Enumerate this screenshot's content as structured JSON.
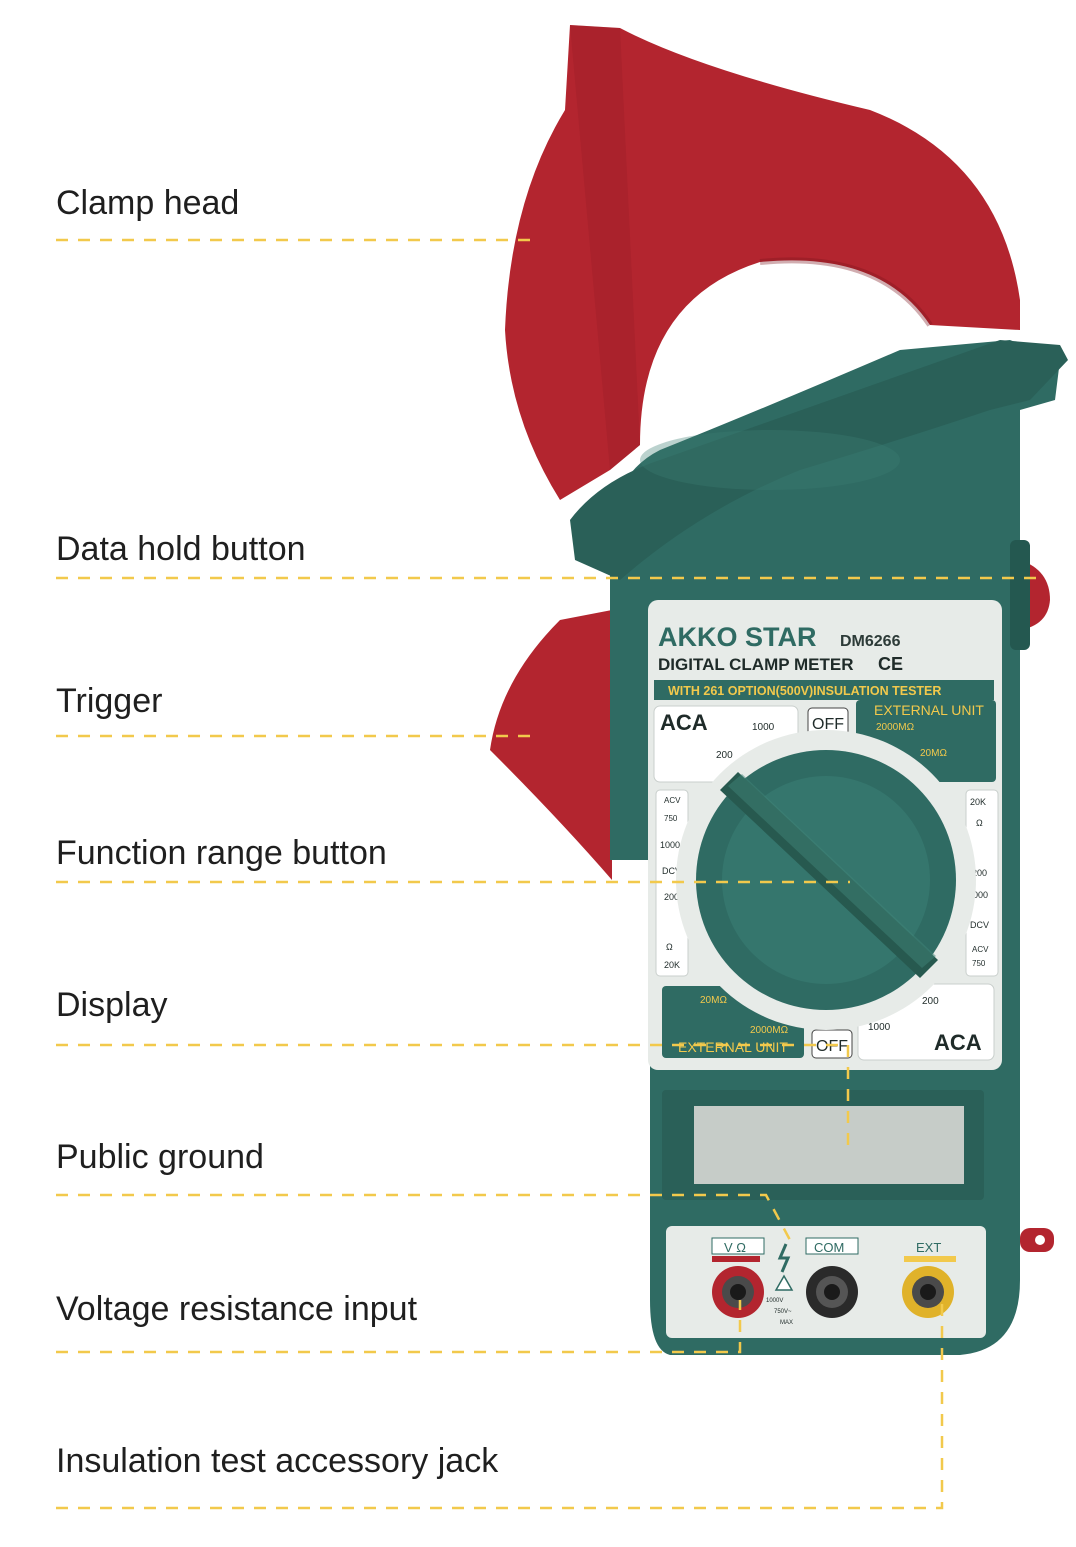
{
  "callouts": {
    "clamp_head": "Clamp head",
    "data_hold_button": "Data hold button",
    "trigger": "Trigger",
    "function_range_button": "Function range button",
    "display": "Display",
    "public_ground": "Public ground",
    "voltage_resistance_input": "Voltage resistance input",
    "insulation_jack": "Insulation test accessory jack"
  },
  "meter": {
    "brand": "AKKO STAR",
    "model": "DM6266",
    "product": "DIGITAL CLAMP METER",
    "ce": "CE",
    "subtitle_band": "WITH 261 OPTION(500V)INSULATION TESTER",
    "external_unit": "EXTERNAL UNIT",
    "r2000": "2000MΩ",
    "r20": "20MΩ",
    "aca": "ACA",
    "off": "OFF",
    "n1000": "1000",
    "n200": "200",
    "n20k": "20K",
    "ohm": "Ω",
    "dcv": "DCV",
    "acv": "ACV",
    "n750": "750",
    "jack_vo": "V Ω",
    "jack_com": "COM",
    "jack_ext": "EXT",
    "warn1": "1000V",
    "warn2": "750V~",
    "warn3": "MAX"
  },
  "colors": {
    "body": "#2f6b63",
    "clamp": "#b3252f",
    "panel": "#e7ebe8",
    "guide": "#f2c94c"
  }
}
